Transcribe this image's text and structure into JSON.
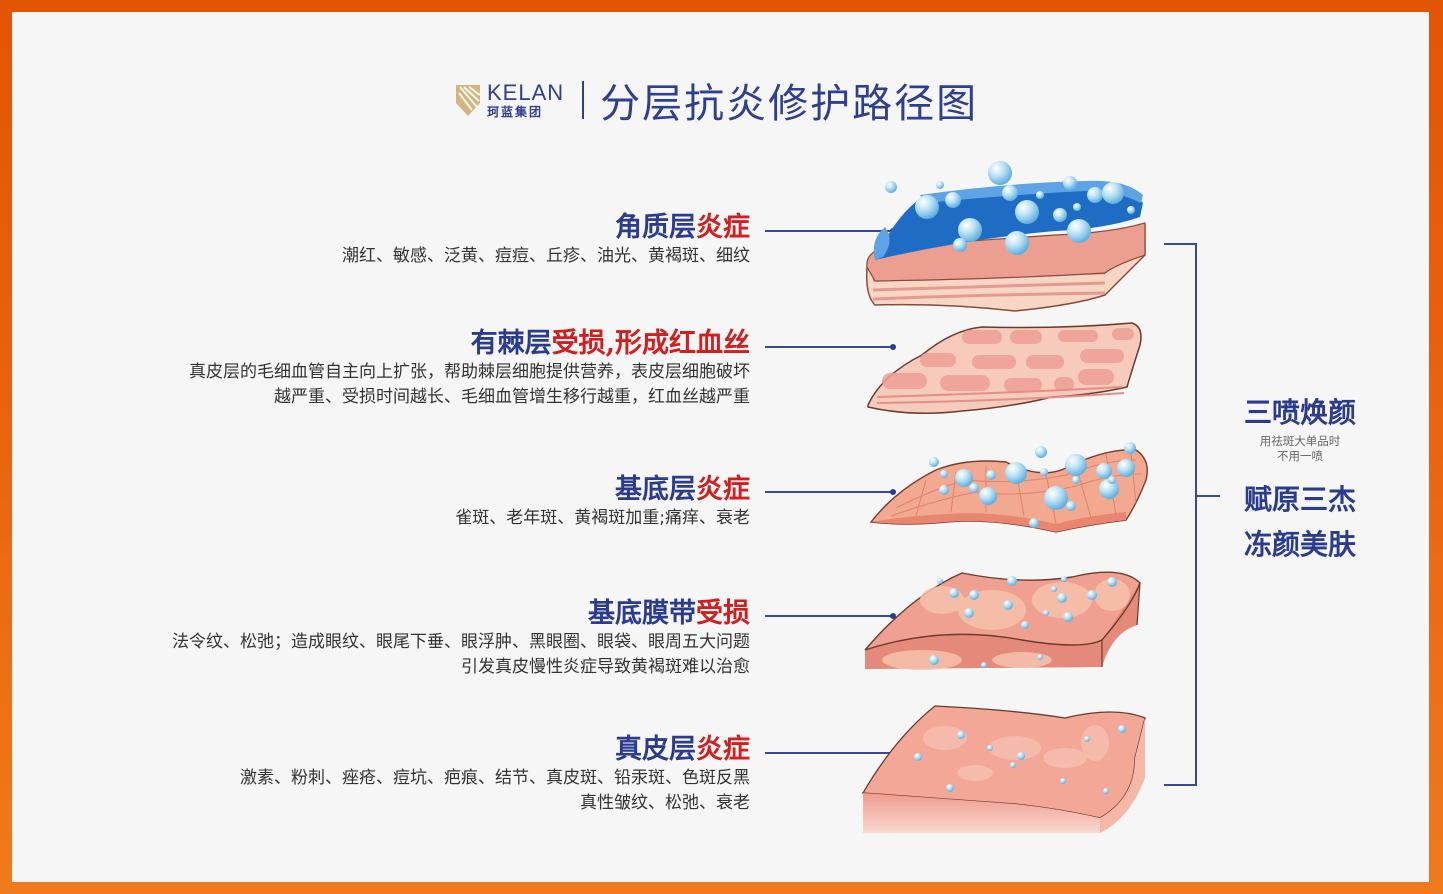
{
  "header": {
    "logo_en": "KELAN",
    "logo_cn": "珂蓝集团",
    "title": "分层抗炎修护路径图"
  },
  "colors": {
    "frame": "#e25505",
    "background": "#f6f6f7",
    "heading_blue": "#2b3c8e",
    "heading_red": "#d41d1d",
    "logo_gold": "#c9a86a"
  },
  "layers": [
    {
      "heading_blue": "角质层",
      "heading_red": "炎症",
      "desc": [
        "潮红、敏感、泛黄、痘痘、丘疹、油光、黄褐斑、细纹"
      ],
      "illustration": "stratum-corneum-with-water-droplets"
    },
    {
      "heading_blue": "有棘层",
      "heading_red": "受损,形成红血丝",
      "desc": [
        "真皮层的毛细血管自主向上扩张，帮助棘层细胞提供营养，表皮层细胞破坏",
        "越严重、受损时间越长、毛细血管增生移行越重，红血丝越严重"
      ],
      "illustration": "spinous-layer-cells"
    },
    {
      "heading_blue": "基底层",
      "heading_red": "炎症",
      "desc": [
        "雀斑、老年斑、黄褐斑加重;痛痒、衰老"
      ],
      "illustration": "basal-layer-grid-with-droplets"
    },
    {
      "heading_blue": "基底膜带",
      "heading_red": "受损",
      "desc": [
        "法令纹、松弛；造成眼纹、眼尾下垂、眼浮肿、黑眼圈、眼袋、眼周五大问题",
        "引发真皮慢性炎症导致黄褐斑难以治愈"
      ],
      "illustration": "basement-membrane-block"
    },
    {
      "heading_blue": "真皮层",
      "heading_red": "炎症",
      "desc": [
        "激素、粉刺、痤疮、痘坑、疤痕、结节、真皮斑、铅汞斑、色斑反黑",
        "真性皱纹、松弛、衰老"
      ],
      "illustration": "dermis-block"
    }
  ],
  "solution": {
    "title1": "三喷焕颜",
    "note1": "用祛斑大单品时",
    "note2": "不用一喷",
    "title2": "赋原三杰",
    "title3": "冻颜美肤"
  }
}
